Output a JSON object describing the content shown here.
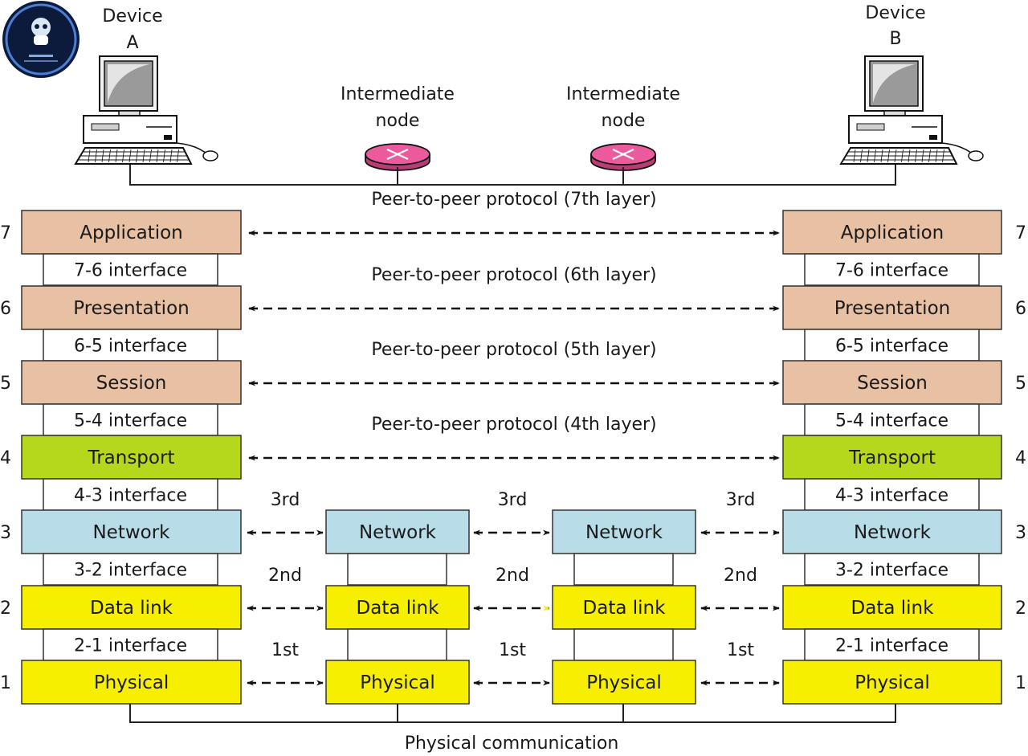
{
  "colors": {
    "application": "#e8c0a4",
    "presentation": "#e8c0a4",
    "session": "#e8c0a4",
    "transport": "#b6d81c",
    "network": "#b8dde9",
    "datalink": "#f6f000",
    "physical": "#f6f000",
    "router": "#ea5a9c",
    "arrow_highlight": "#f6f000"
  },
  "devices": {
    "a": {
      "line1": "Device",
      "line2": "A"
    },
    "b": {
      "line1": "Device",
      "line2": "B"
    }
  },
  "nodes": [
    {
      "line1": "Intermediate",
      "line2": "node"
    },
    {
      "line1": "Intermediate",
      "line2": "node"
    }
  ],
  "layers": [
    {
      "num": "7",
      "key": "application",
      "label": "Application",
      "interface": "7-6 interface",
      "protocol": "Peer-to-peer protocol (7th layer)"
    },
    {
      "num": "6",
      "key": "presentation",
      "label": "Presentation",
      "interface": "6-5 interface",
      "protocol": "Peer-to-peer protocol (6th layer)"
    },
    {
      "num": "5",
      "key": "session",
      "label": "Session",
      "interface": "5-4 interface",
      "protocol": "Peer-to-peer protocol (5th layer)"
    },
    {
      "num": "4",
      "key": "transport",
      "label": "Transport",
      "interface": "4-3 interface",
      "protocol": "Peer-to-peer protocol (4th layer)"
    },
    {
      "num": "3",
      "key": "network",
      "label": "Network",
      "interface": "3-2 interface",
      "hop": "3rd"
    },
    {
      "num": "2",
      "key": "datalink",
      "label": "Data link",
      "interface": "2-1 interface",
      "hop": "2nd"
    },
    {
      "num": "1",
      "key": "physical",
      "label": "Physical",
      "hop": "1st"
    }
  ],
  "footer": "Physical communication"
}
